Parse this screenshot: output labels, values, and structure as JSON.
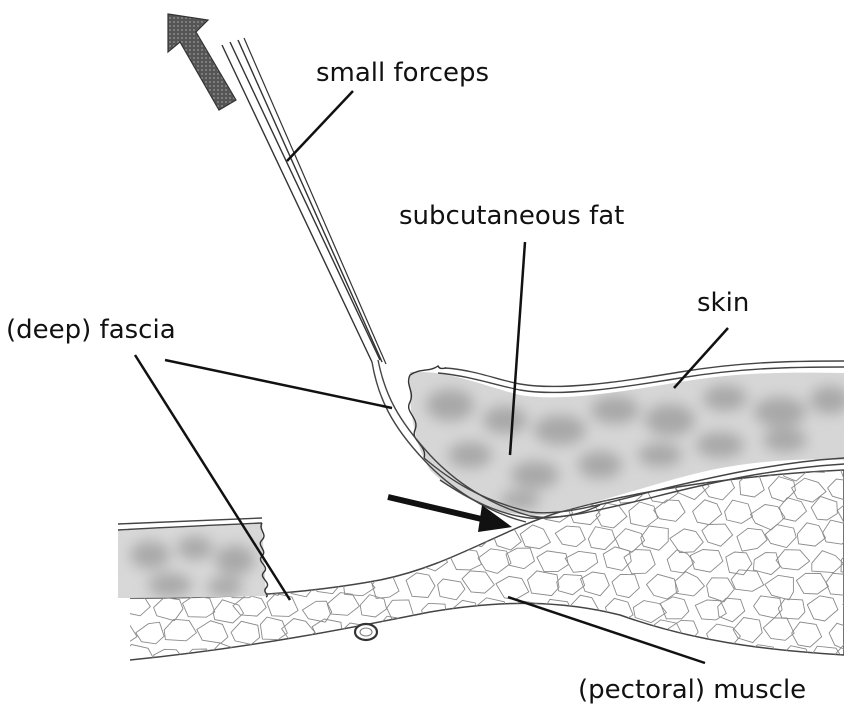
{
  "labels": {
    "forceps": "small forceps",
    "fat": "subcutaneous fat",
    "skin": "skin",
    "fascia": "(deep) fascia",
    "muscle": "(pectoral) muscle"
  },
  "colors": {
    "line": "#1a1a1a",
    "outline": "#444444",
    "fat_fill": "#c9c9c9",
    "fat_blob": "#b5b5b5",
    "muscle_cell": "#8a8a8a",
    "arrow_fill": "#3c3c3c"
  },
  "icons": {
    "pull_arrow": "thick-dotted-arrow-up-left",
    "dissection_arrow": "arrow-right"
  }
}
